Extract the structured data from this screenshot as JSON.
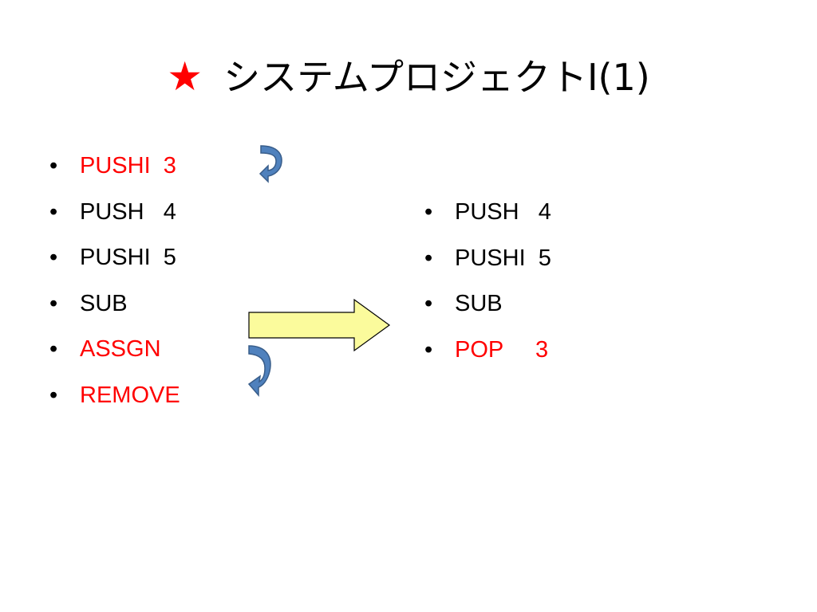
{
  "slide": {
    "title": {
      "star": "★",
      "text": "システムプロジェクトⅠ(1)"
    },
    "colors": {
      "highlight": "#ff0000",
      "normal": "#000000",
      "arrow_fill": "#fbfb9c",
      "curved_arrow_fill": "#4f81bd"
    },
    "left_list": [
      {
        "text": "PUSHI  3",
        "color": "#ff0000"
      },
      {
        "text": "PUSH   4",
        "color": "#000000"
      },
      {
        "text": "PUSHI  5",
        "color": "#000000"
      },
      {
        "text": "SUB",
        "color": "#000000"
      },
      {
        "text": "ASSGN",
        "color": "#ff0000"
      },
      {
        "text": "REMOVE",
        "color": "#ff0000"
      }
    ],
    "right_list": [
      {
        "text": "PUSH   4",
        "color": "#000000"
      },
      {
        "text": "PUSHI  5",
        "color": "#000000"
      },
      {
        "text": "SUB",
        "color": "#000000"
      },
      {
        "text": "POP     3",
        "color": "#ff0000"
      }
    ],
    "icons": {
      "curved_arrow_top": "curved-arrow-icon",
      "curved_arrow_bottom": "curved-arrow-icon",
      "transform_arrow": "right-arrow-icon"
    }
  }
}
